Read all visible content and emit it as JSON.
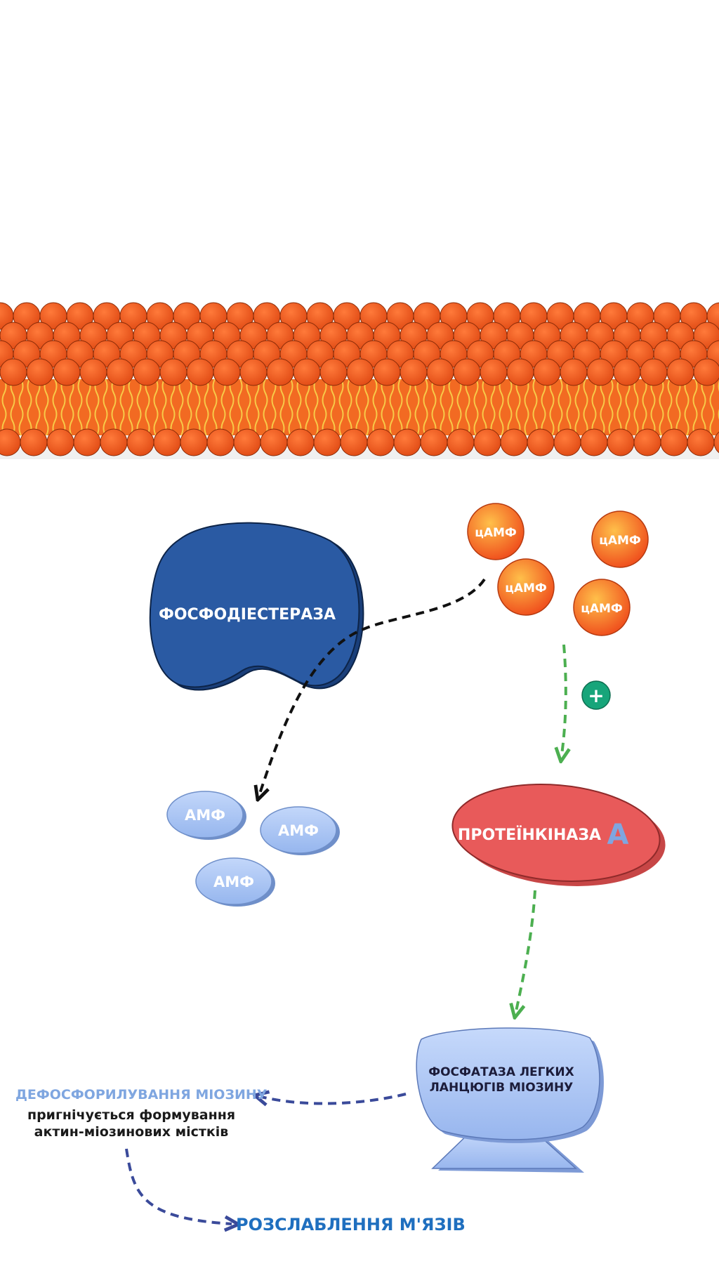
{
  "enzymes": {
    "phosphodiesterase": "ФОСФОДІЕСТЕРАЗА",
    "protein_kinase": "ПРОТЕЇНКІНАЗА",
    "protein_kinase_letter": "А",
    "mlc_phosphatase_line1": "ФОСФАТАЗА ЛЕГКИХ",
    "mlc_phosphatase_line2": "ЛАНЦЮГІВ МІОЗИНУ"
  },
  "molecules": {
    "camp": [
      "цАМФ",
      "цАМФ",
      "цАМФ",
      "цАМФ"
    ],
    "amp": [
      "АМФ",
      "АМФ",
      "АМФ"
    ]
  },
  "activation_symbol": "+",
  "outcomes": {
    "dephosphorylation": "ДЕФОСФОРИЛУВАННЯ МІОЗИНУ",
    "inhibition": "пригнічується формування актин-міозинових містків",
    "relaxation": "РОЗСЛАБЛЕННЯ М'ЯЗІВ"
  },
  "colors": {
    "membrane_head": "#f05a1e",
    "membrane_tail": "#f5c542",
    "phosphodiesterase": "#1f4e8f",
    "protein_kinase": "#e85a5a",
    "camp": "#f07a1e",
    "amp": "#a9c6f5",
    "phosphatase": "#a9c6f5",
    "activation_arrow": "#4caf50",
    "inhibition_arrow": "#111111",
    "outcome_arrow": "#3a4a9a"
  }
}
